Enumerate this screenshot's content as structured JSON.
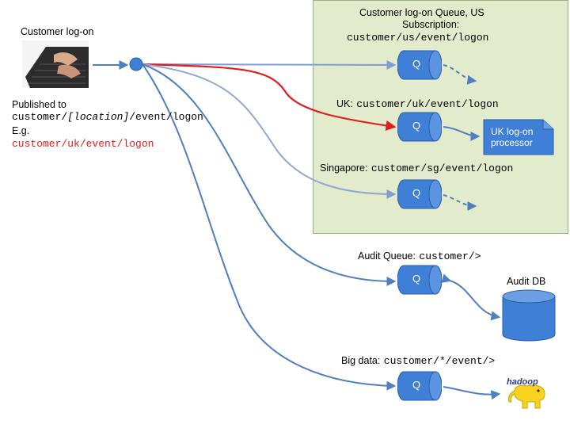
{
  "source": {
    "label": "Customer log-on",
    "published_label": "Published to",
    "published_prefix": "customer/",
    "published_location": "[location]",
    "published_suffix": "/event/logon",
    "eg_label": "E.g.",
    "eg_topic": "customer/uk/event/logon"
  },
  "us_group": {
    "title_line1": "Customer log-on Queue, US",
    "title_line2": "Subscription:",
    "topic": "customer/us/event/logon"
  },
  "uk": {
    "prefix": "UK:",
    "topic": "customer/uk/event/logon",
    "processor_label": "UK log-on processor"
  },
  "sg": {
    "prefix": "Singapore:",
    "topic": "customer/sg/event/logon"
  },
  "audit": {
    "prefix": "Audit Queue:",
    "topic": "customer/>",
    "db_label": "Audit DB"
  },
  "bigdata": {
    "prefix": "Big data:",
    "topic": "customer/*/event/>",
    "logo_text": "hadoop"
  },
  "queue_letter": "Q",
  "colors": {
    "line_blue": "#4f7fc0",
    "line_red": "#e01e1e",
    "queue_blue": "#3f7fd6",
    "group_bg": "#e3ebcd",
    "hadoop_yellow": "#f7d21e"
  }
}
